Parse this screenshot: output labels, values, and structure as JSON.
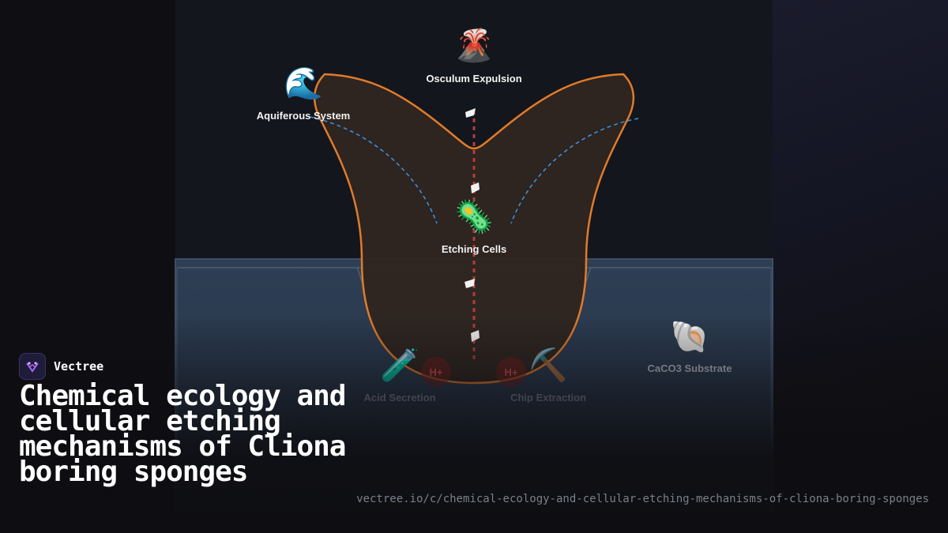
{
  "diagram": {
    "nodes": {
      "osculum": {
        "label": "Osculum Expulsion",
        "icon": "🌋",
        "icon_name": "volcano-icon"
      },
      "aquiferous": {
        "label": "Aquiferous System",
        "icon": "🌊",
        "icon_name": "wave-icon"
      },
      "etching": {
        "label": "Etching Cells",
        "icon": "🦠",
        "icon_name": "microbe-icon"
      },
      "substrate": {
        "label": "CaCO3 Substrate",
        "icon": "🐚",
        "icon_name": "shell-icon"
      },
      "acid": {
        "label": "Acid Secretion",
        "icon": "🧪",
        "icon_name": "test-tube-icon"
      },
      "chip": {
        "label": "Chip Extraction",
        "icon": "⛏️",
        "icon_name": "pick-icon"
      }
    },
    "ion_label": "H+",
    "colors": {
      "sponge_outline": "#e07b2a",
      "sponge_fill": "#2f2520",
      "water_flow": "#3a8fd8",
      "chip_path": "#b43c3c",
      "substrate": "#2c3b4f"
    }
  },
  "brand": {
    "name": "Vectree"
  },
  "headline": "Chemical ecology and cellular etching mechanisms of Cliona boring sponges",
  "url": "vectree.io/c/chemical-ecology-and-cellular-etching-mechanisms-of-cliona-boring-sponges"
}
